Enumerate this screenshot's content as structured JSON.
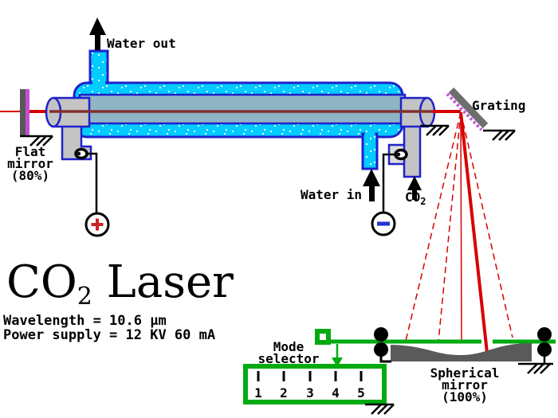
{
  "diagram_title": {
    "main": "CO",
    "sub": "2",
    "rest": " Laser"
  },
  "specs": {
    "wavelength": "Wavelength = 10.6 µm",
    "power_supply": "Power supply = 12 KV 60 mA"
  },
  "labels": {
    "water_out": "Water out",
    "water_in": "Water in",
    "flat_mirror": [
      "Flat",
      "mirror",
      "(80%)"
    ],
    "grating": "Grating",
    "spherical_mirror": [
      "Spherical",
      "mirror",
      "(100%)"
    ],
    "co2_inlet": {
      "main": "CO",
      "sub": "2"
    },
    "mode_selector": [
      "Mode",
      "selector"
    ],
    "mode_positions": [
      "1",
      "2",
      "3",
      "4",
      "5"
    ]
  },
  "colors": {
    "water_cyan": "#00CCFF",
    "outline_blue": "#2020CC",
    "inner_tube_blue": "#8FB4C4",
    "cap_gray": "#C4C4C4",
    "laser_red": "#D80000",
    "laser_inside_tube": "#823030",
    "mirror_gray": "#585858",
    "mirror_coating_magenta": "#C050D0",
    "grating_gray": "#6E6E6E",
    "green": "#00AA11",
    "spherical_mirror_gray": "#5A5A5A"
  }
}
